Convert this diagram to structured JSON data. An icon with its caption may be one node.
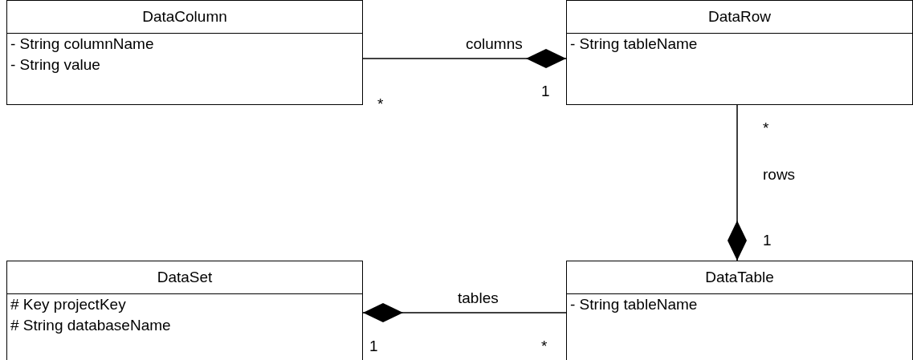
{
  "diagram": {
    "nodes": [
      {
        "text": [
          "DataColumn",
          "- String columnName",
          "- String value"
        ]
      },
      {
        "text": [
          "DataRow",
          "- String tableName"
        ]
      },
      {
        "text": [
          "DataSet",
          "# Key projectKey",
          "# String databaseName"
        ]
      },
      {
        "text": [
          "DataTable",
          "- String tableName"
        ]
      }
    ],
    "edges": [
      {
        "from": 0,
        "to": 1,
        "arrow": "other",
        "label": "columns"
      },
      {
        "from": 1,
        "to": 3,
        "arrow": "other",
        "label": "rows"
      },
      {
        "from": 3,
        "to": 2,
        "arrow": "other",
        "label": "tables"
      }
    ],
    "labels": [
      "*",
      "1",
      "*",
      "1",
      "1",
      "*"
    ]
  }
}
